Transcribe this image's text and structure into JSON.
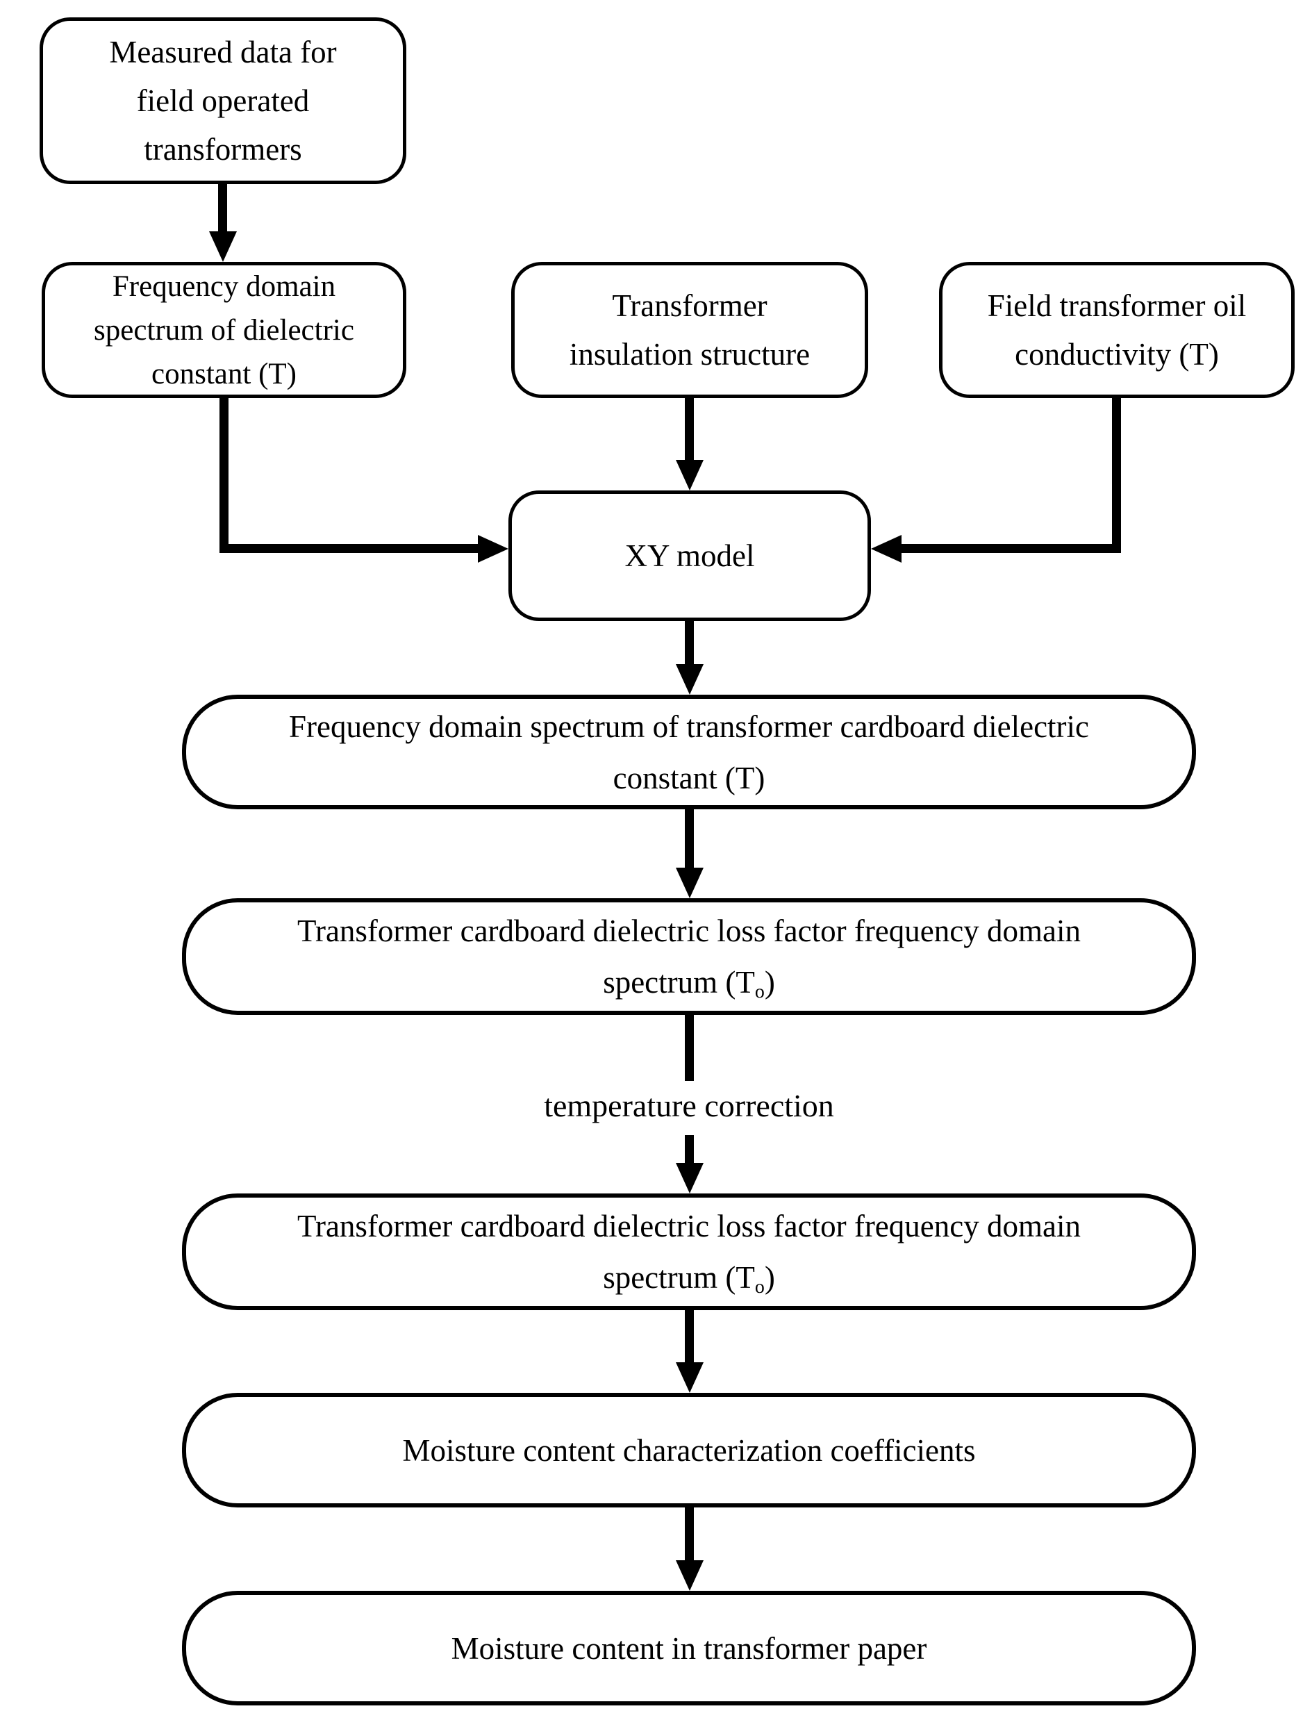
{
  "diagram": {
    "colors": {
      "stroke": "#000000",
      "background": "#ffffff",
      "text": "#000000"
    },
    "nodes": {
      "measured": {
        "line1": "Measured data for",
        "line2": "field operated",
        "line3": "transformers"
      },
      "freq_dielectric": {
        "line1": "Frequency domain",
        "line2": "spectrum of dielectric",
        "line3": "constant (T)"
      },
      "insulation": {
        "line1": "Transformer",
        "line2": "insulation structure"
      },
      "oil": {
        "line1": "Field transformer oil",
        "line2": "conductivity (T)"
      },
      "xy": {
        "line1": "XY model"
      },
      "cardboard_dielectric": {
        "line1": "Frequency domain spectrum of transformer cardboard dielectric",
        "line2": "constant (T)"
      },
      "loss_spectrum_1": {
        "line1": "Transformer cardboard dielectric loss factor frequency domain",
        "line2_pre": "spectrum (T",
        "line2_sub": "o",
        "line2_post": ")"
      },
      "loss_spectrum_2": {
        "line1": "Transformer cardboard dielectric loss factor frequency domain",
        "line2_pre": "spectrum (T",
        "line2_sub": "o",
        "line2_post": ")"
      },
      "coefficients": {
        "line1": "Moisture content characterization coefficients"
      },
      "moisture": {
        "line1": "Moisture content in transformer paper"
      }
    },
    "edge_label": "temperature correction"
  }
}
